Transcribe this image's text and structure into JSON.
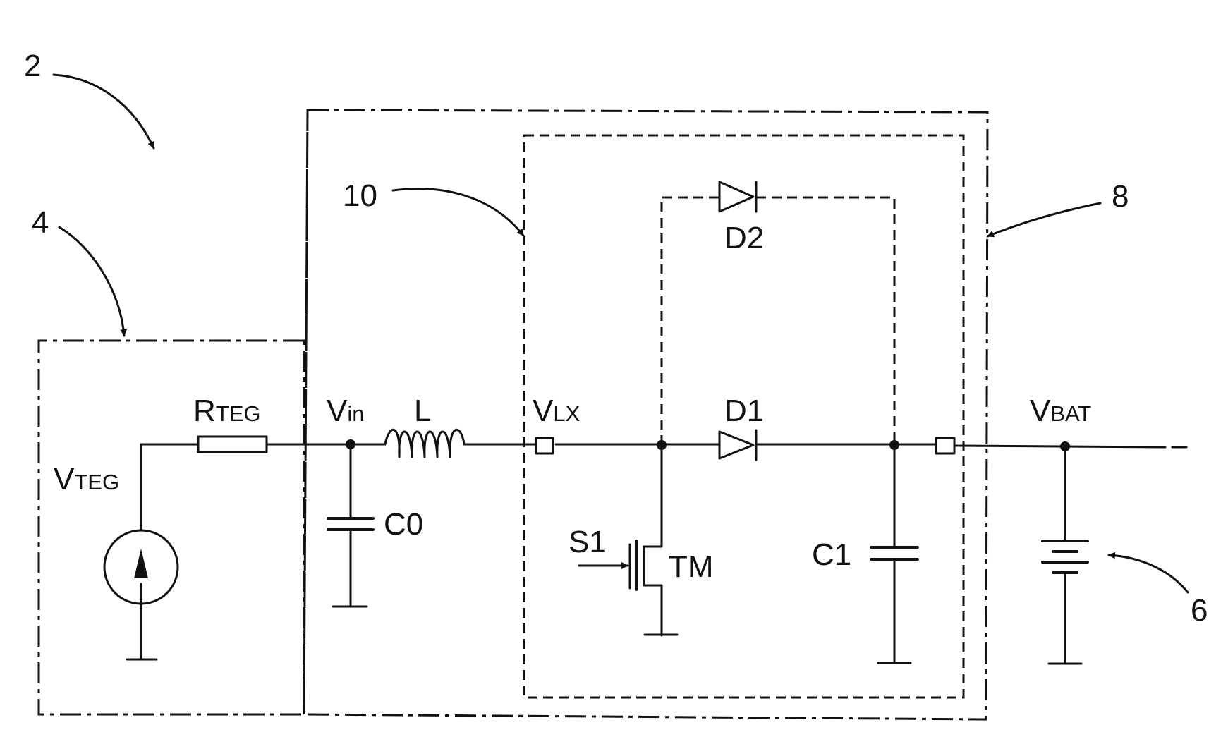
{
  "labels": {
    "vteg": "V",
    "vteg_sub": "TEG",
    "rteg": "R",
    "rteg_sub": "TEG",
    "vin": "V",
    "vin_sub": "in",
    "l": "L",
    "vlx": "V",
    "vlx_sub": "LX",
    "d1": "D1",
    "d2": "D2",
    "vbat": "V",
    "vbat_sub": "BAT",
    "c0": "C0",
    "c1": "C1",
    "s1": "S1",
    "tm": "TM"
  },
  "references": {
    "ref_2": "2",
    "ref_4": "4",
    "ref_6": "6",
    "ref_8": "8",
    "ref_10": "10"
  }
}
